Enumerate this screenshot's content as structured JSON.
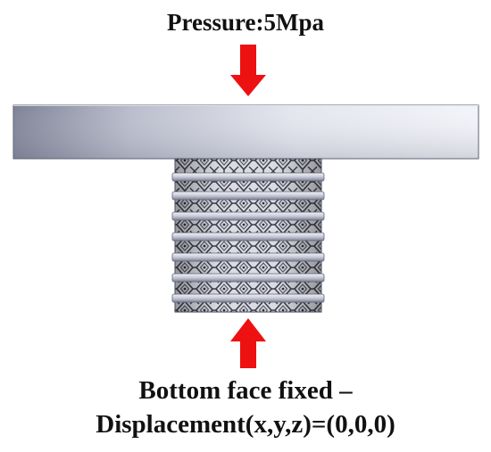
{
  "labels": {
    "top": "Pressure:5Mpa",
    "bottom_line1": "Bottom face fixed –",
    "bottom_line2": "Displacement(x,y,z)=(0,0,0)"
  },
  "colors": {
    "arrow": "#ee1111",
    "plate_light": "#eef0f8",
    "plate_dark": "#8e92a6",
    "lattice_dark": "#3f4250",
    "lattice_light": "#c8cad6",
    "ring": "#d4d6e2"
  },
  "icons": {
    "top_arrow": "arrow-down-icon",
    "bottom_arrow": "arrow-up-icon"
  }
}
